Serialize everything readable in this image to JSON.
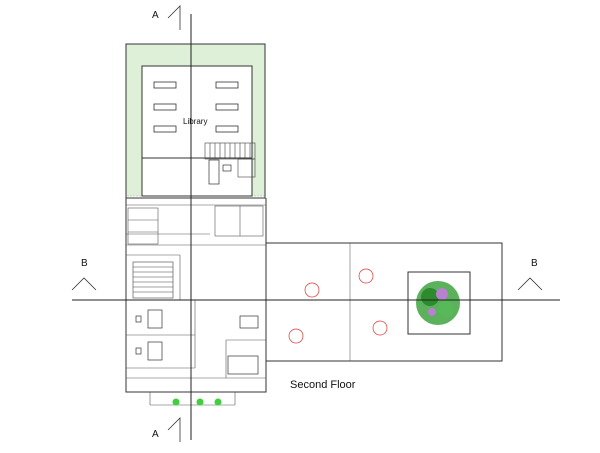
{
  "drawing": {
    "caption": "Second Floor",
    "room_label_library": "Library",
    "section_labels": {
      "top": "A",
      "bottom": "A",
      "left": "B",
      "right": "B"
    }
  },
  "colors": {
    "landscape_fill": "#dff0d8",
    "furniture_red": "#dd3333",
    "tree_green": "#3fa33f",
    "line_dark": "#333333"
  },
  "icons": [
    "section-arrow-icon",
    "tree-icon",
    "table-chairs-icon"
  ]
}
